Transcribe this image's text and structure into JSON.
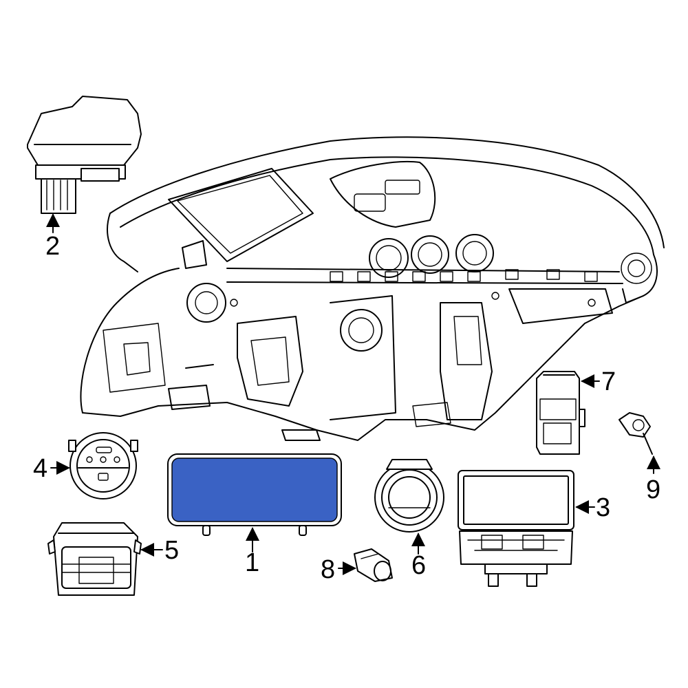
{
  "highlight_color": "#3A62C4",
  "callouts": [
    {
      "id": "1",
      "label": "1"
    },
    {
      "id": "2",
      "label": "2"
    },
    {
      "id": "3",
      "label": "3"
    },
    {
      "id": "4",
      "label": "4"
    },
    {
      "id": "5",
      "label": "5"
    },
    {
      "id": "6",
      "label": "6"
    },
    {
      "id": "7",
      "label": "7"
    },
    {
      "id": "8",
      "label": "8"
    },
    {
      "id": "9",
      "label": "9"
    }
  ]
}
